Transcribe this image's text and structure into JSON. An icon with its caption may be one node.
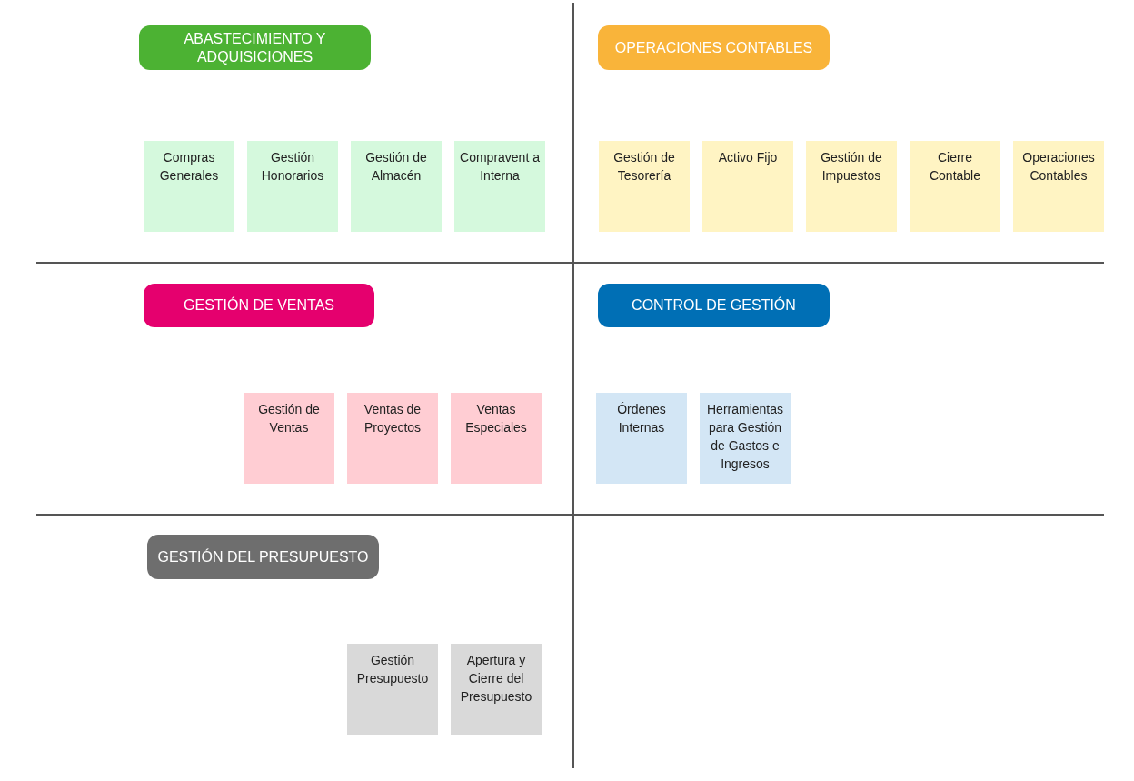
{
  "diagram": {
    "nodes": [
      {
        "text": [
          "ABASTECIMIENTO Y ADQUISICIONES"
        ]
      },
      {
        "text": [
          "OPERACIONES CONTABLES"
        ]
      },
      {
        "text": [
          "Compras Generales"
        ]
      },
      {
        "text": [
          "Gestión Honorarios"
        ]
      },
      {
        "text": [
          "Gestión de Almacén"
        ]
      },
      {
        "text": [
          "Compravent a Interna"
        ]
      },
      {
        "text": [
          "Gestión de Tesorería"
        ]
      },
      {
        "text": [
          "Activo Fijo"
        ]
      },
      {
        "text": [
          "Gestión de Impuestos"
        ]
      },
      {
        "text": [
          "Cierre Contable"
        ]
      },
      {
        "text": [
          "Operaciones Contables"
        ]
      },
      {
        "text": [
          "GESTIÓN DE VENTAS"
        ]
      },
      {
        "text": [
          "CONTROL DE GESTIÓN"
        ]
      },
      {
        "text": [
          "Gestión de Ventas"
        ]
      },
      {
        "text": [
          "Ventas de Proyectos"
        ]
      },
      {
        "text": [
          "Ventas Especiales"
        ]
      },
      {
        "text": [
          "Órdenes Internas"
        ]
      },
      {
        "text": [
          "Herramientas para Gestión de Gastos e Ingresos"
        ]
      },
      {
        "text": [
          "GESTIÓN DEL PRESUPUESTO"
        ]
      },
      {
        "text": [
          "Gestión Presupuesto"
        ]
      },
      {
        "text": [
          "Apertura y Cierre del Presupuesto"
        ]
      }
    ]
  }
}
